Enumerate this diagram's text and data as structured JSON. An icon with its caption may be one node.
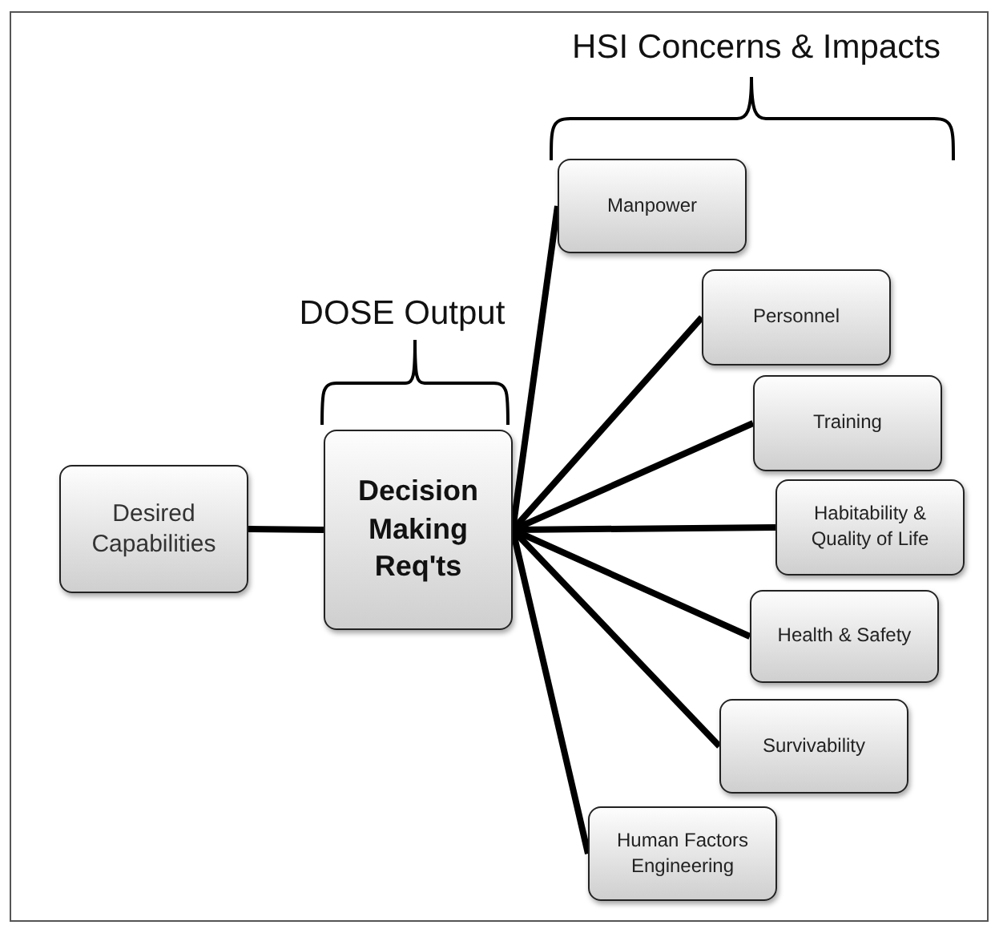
{
  "diagram": {
    "nodes": [
      {
        "text": [
          "Desired Capabilities"
        ]
      },
      {
        "text": [
          "Decision Making Req'ts"
        ]
      },
      {
        "text": [
          "Manpower"
        ]
      },
      {
        "text": [
          "Personnel"
        ]
      },
      {
        "text": [
          "Training"
        ]
      },
      {
        "text": [
          "Habitability & Quality of Life"
        ]
      },
      {
        "text": [
          "Health & Safety"
        ]
      },
      {
        "text": [
          "Survivability"
        ]
      },
      {
        "text": [
          "Human Factors Engineering"
        ]
      }
    ],
    "edges": [
      {
        "from": 0,
        "to": 1,
        "arrow": "none"
      },
      {
        "from": 1,
        "to": 2,
        "arrow": "none"
      },
      {
        "from": 1,
        "to": 3,
        "arrow": "none"
      },
      {
        "from": 1,
        "to": 4,
        "arrow": "none"
      },
      {
        "from": 1,
        "to": 5,
        "arrow": "none"
      },
      {
        "from": 1,
        "to": 6,
        "arrow": "none"
      },
      {
        "from": 1,
        "to": 7,
        "arrow": "none"
      },
      {
        "from": 1,
        "to": 8,
        "arrow": "none"
      }
    ],
    "labels": [
      "HSI Concerns & Impacts",
      "DOSE Output"
    ]
  }
}
